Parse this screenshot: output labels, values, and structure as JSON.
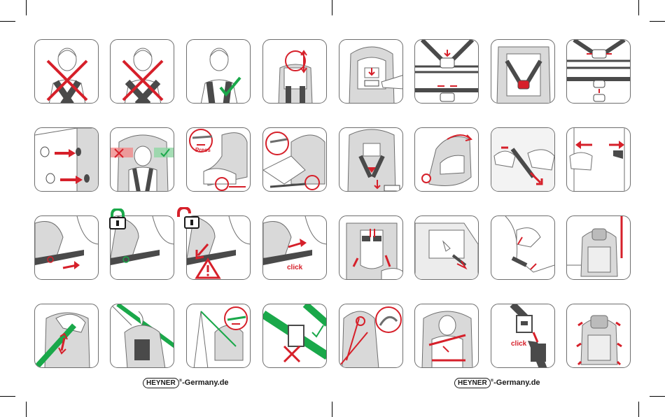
{
  "labels": {
    "press": "Press",
    "click_row3": "click",
    "click_row4": "click"
  },
  "logos": [
    {
      "brand": "HEYNER",
      "reg": "®",
      "domain": "-Germany.de"
    },
    {
      "brand": "HEYNER",
      "reg": "®",
      "domain": "-Germany.de"
    }
  ],
  "colors": {
    "accent_red": "#d6202a",
    "accent_green": "#1aa84a",
    "line_gray": "#6e6e6e",
    "fill_gray": "#d9d9d9",
    "dark_gray": "#4a4a4a"
  },
  "icons": {
    "lock_closed": "lock-closed-green-icon",
    "lock_open": "lock-open-red-icon",
    "warning": "warning-triangle-icon"
  }
}
